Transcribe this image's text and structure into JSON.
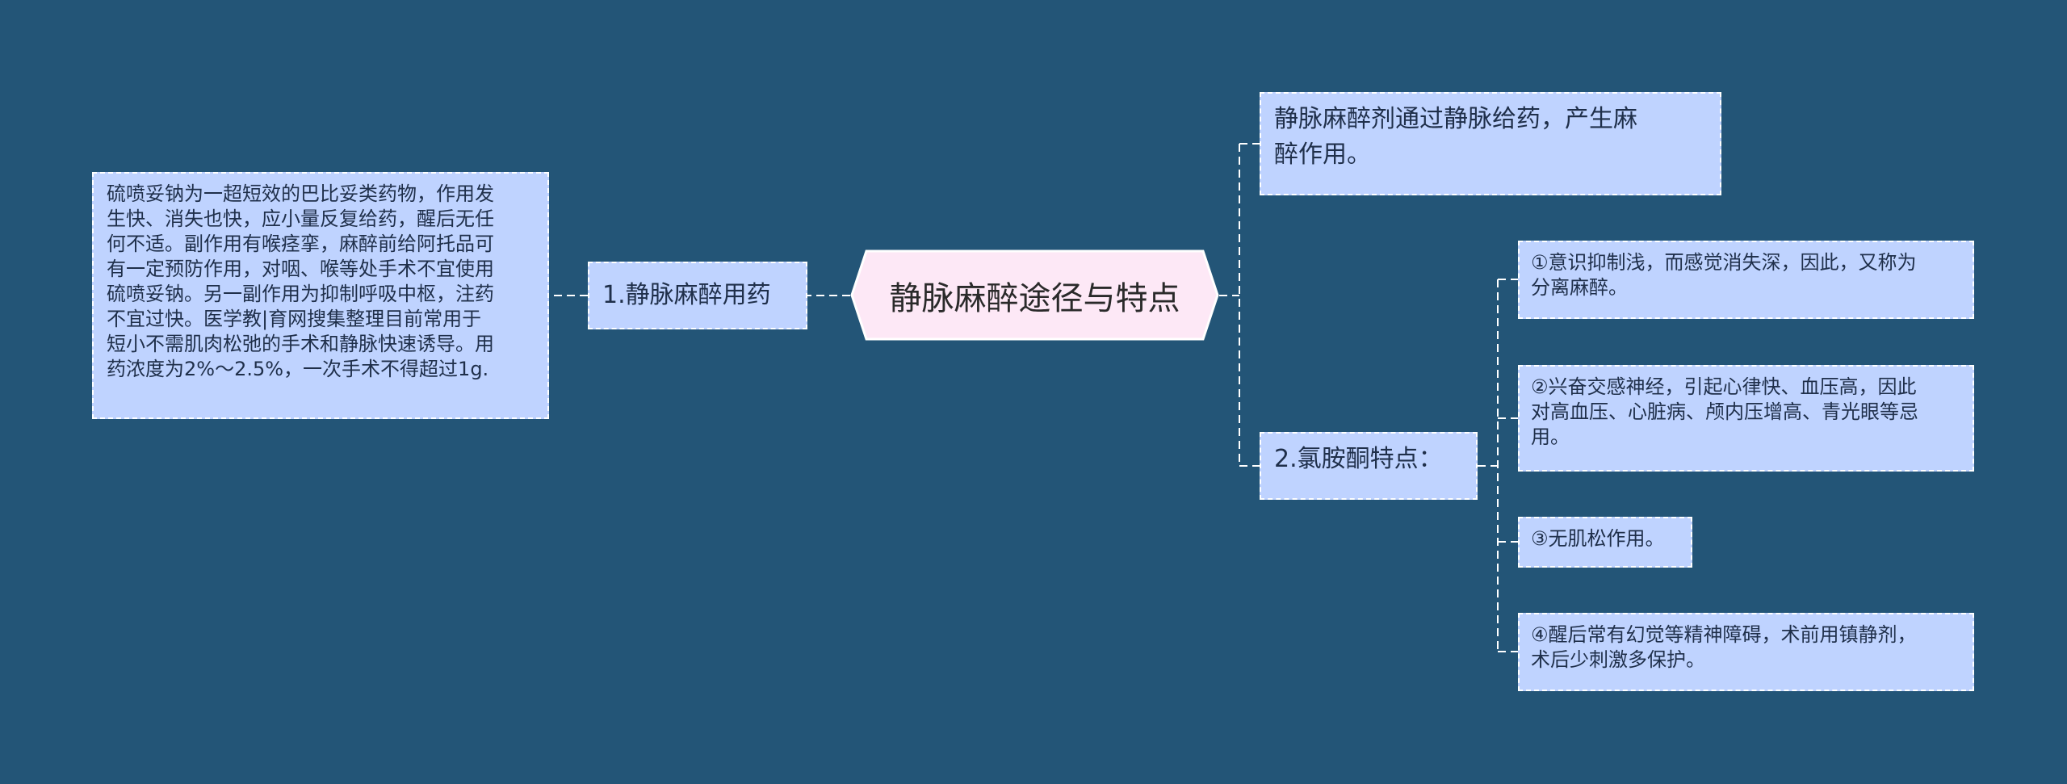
{
  "root": {
    "label": "静脉麻醉途径与特点"
  },
  "branches": {
    "left": {
      "label": "1.静脉麻醉用药",
      "detail": "硫喷妥钠为一超短效的巴比妥类药物，作用发\n生快、消失也快，应小量反复给药，醒后无任\n何不适。副作用有喉痉挛，麻醉前给阿托品可\n有一定预防作用，对咽、喉等处手术不宜使用\n硫喷妥钠。另一副作用为抑制呼吸中枢，注药\n不宜过快。医学教|育网搜集整理目前常用于\n短小不需肌肉松弛的手术和静脉快速诱导。用\n药浓度为2%～2.5%，一次手术不得超过1g."
    },
    "right_top": {
      "label": "静脉麻醉剂通过静脉给药，产生麻\n醉作用。"
    },
    "right_bottom": {
      "label": "2.氯胺酮特点：",
      "items": [
        {
          "label": "①意识抑制浅，而感觉消失深，因此，又称为\n分离麻醉。"
        },
        {
          "label": "②兴奋交感神经，引起心律快、血压高，因此\n对高血压、心脏病、颅内压增高、青光眼等忌\n用。"
        },
        {
          "label": "③无肌松作用。"
        },
        {
          "label": "④醒后常有幻觉等精神障碍，术前用镇静剂，\n术后少刺激多保护。"
        }
      ]
    }
  },
  "colors": {
    "background": "#235577",
    "node_fill": "#bfd3ff",
    "root_fill": "#fde8f6",
    "border": "#ffffff",
    "text": "#1f2f4a"
  }
}
